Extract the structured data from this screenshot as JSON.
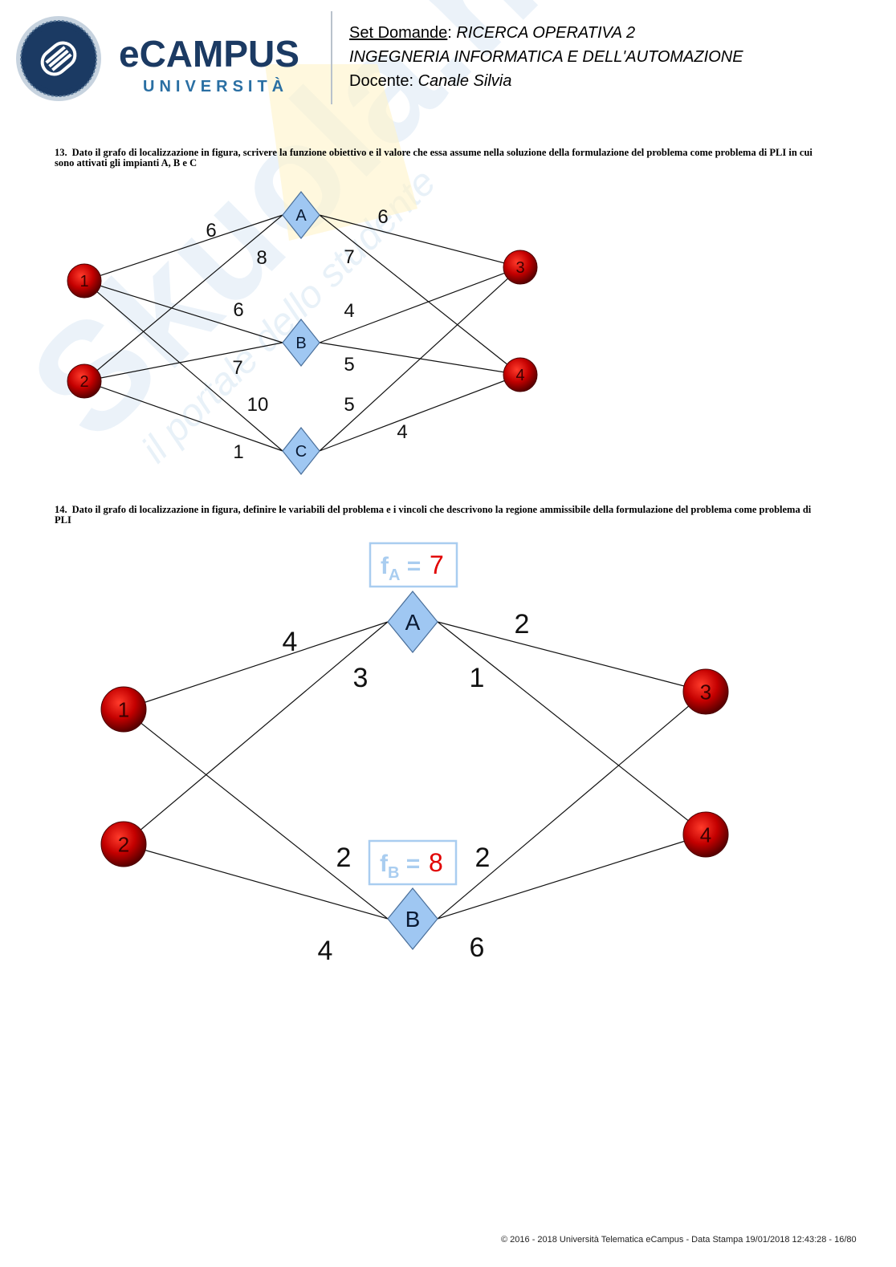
{
  "header": {
    "logo_brand": "eCAMPUS",
    "logo_sub": "UNIVERSITÀ",
    "set_label": "Set Domande",
    "set_sep": ": ",
    "course": "RICERCA OPERATIVA 2",
    "degree": "INGEGNERIA INFORMATICA E DELL'AUTOMAZIONE",
    "teacher_label": "Docente: ",
    "teacher": "Canale Silvia"
  },
  "watermark": {
    "text": "Skuola.net",
    "tagline": "il portale dello studente"
  },
  "questions": [
    {
      "number": "13.",
      "text": "Dato il grafo di localizzazione in figura, scrivere la funzione obiettivo e il valore che essa assume nella soluzione della formulazione del problema come problema di PLI in cui sono attivati gli impianti A, B e C"
    },
    {
      "number": "14.",
      "text": "Dato il grafo di localizzazione in figura, definire le variabili del problema e i vincoli che descrivono la regione ammissibile della formulazione del problema come problema di PLI"
    }
  ],
  "graph1": {
    "clients": [
      "1",
      "2",
      "3",
      "4"
    ],
    "facilities": [
      "A",
      "B",
      "C"
    ],
    "edges": [
      {
        "from": "1",
        "to": "A",
        "cost": "6"
      },
      {
        "from": "2",
        "to": "A",
        "cost": "8"
      },
      {
        "from": "1",
        "to": "B",
        "cost": "6"
      },
      {
        "from": "2",
        "to": "B",
        "cost": "7"
      },
      {
        "from": "1",
        "to": "C",
        "cost": "10"
      },
      {
        "from": "2",
        "to": "C",
        "cost": "1"
      },
      {
        "from": "A",
        "to": "3",
        "cost": "6"
      },
      {
        "from": "A",
        "to": "4",
        "cost": "7"
      },
      {
        "from": "B",
        "to": "3",
        "cost": "4"
      },
      {
        "from": "B",
        "to": "4",
        "cost": "5"
      },
      {
        "from": "C",
        "to": "3",
        "cost": "5"
      },
      {
        "from": "C",
        "to": "4",
        "cost": "4"
      }
    ]
  },
  "graph2": {
    "clients": [
      "1",
      "2",
      "3",
      "4"
    ],
    "facilities": [
      "A",
      "B"
    ],
    "fixed_costs": [
      {
        "facility": "A",
        "label": "f",
        "sub": "A",
        "eq": " = ",
        "value": "7"
      },
      {
        "facility": "B",
        "label": "f",
        "sub": "B",
        "eq": " = ",
        "value": "8"
      }
    ],
    "edges": [
      {
        "from": "1",
        "to": "A",
        "cost": "4"
      },
      {
        "from": "2",
        "to": "A",
        "cost": "3"
      },
      {
        "from": "1",
        "to": "B",
        "cost": "2"
      },
      {
        "from": "2",
        "to": "B",
        "cost": "4"
      },
      {
        "from": "A",
        "to": "3",
        "cost": "2"
      },
      {
        "from": "A",
        "to": "4",
        "cost": "1"
      },
      {
        "from": "B",
        "to": "3",
        "cost": "2"
      },
      {
        "from": "B",
        "to": "4",
        "cost": "6"
      }
    ]
  },
  "colors": {
    "client_node": "#c40000",
    "facility_node": "#9fc7f2",
    "fixed_cost_value": "#e10000",
    "fixed_cost_label": "#a9cdf0",
    "brand": "#1b3a63"
  },
  "footer": {
    "text": "© 2016 - 2018 Università Telematica eCampus - Data Stampa 19/01/2018 12:43:28 - 16/80"
  }
}
